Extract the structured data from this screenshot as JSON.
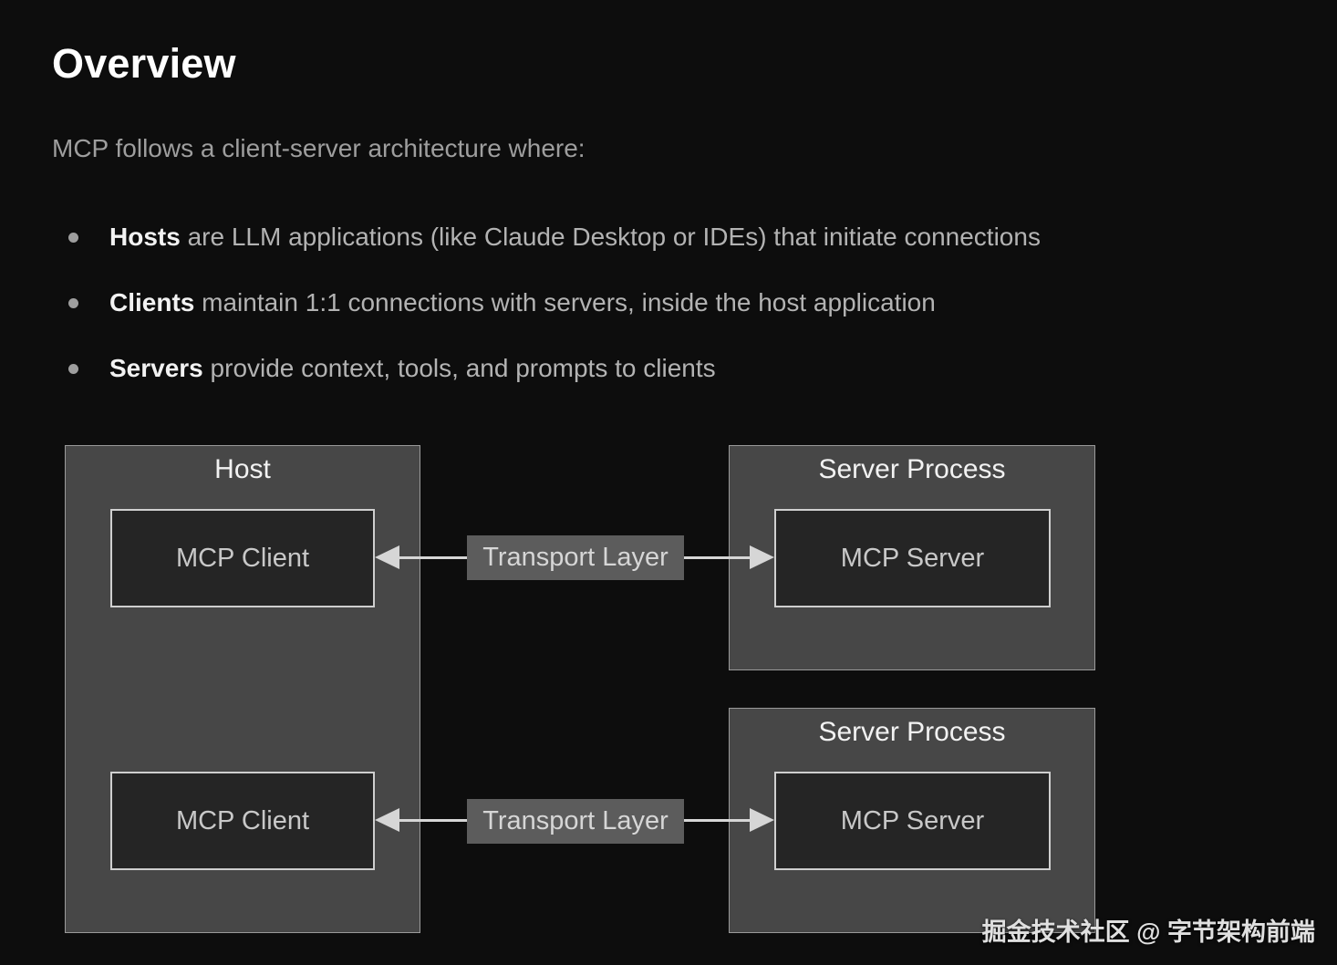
{
  "page": {
    "title": "Overview",
    "subtitle": "MCP follows a client-server architecture where:",
    "bullets": [
      {
        "term": "Hosts",
        "rest": " are LLM applications (like Claude Desktop or IDEs) that initiate connections"
      },
      {
        "term": "Clients",
        "rest": " maintain 1:1 connections with servers, inside the host application"
      },
      {
        "term": "Servers",
        "rest": " provide context, tools, and prompts to clients"
      }
    ]
  },
  "diagram": {
    "host": {
      "title": "Host",
      "clients": [
        "MCP Client",
        "MCP Client"
      ]
    },
    "server_processes": [
      {
        "title": "Server Process",
        "server": "MCP Server"
      },
      {
        "title": "Server Process",
        "server": "MCP Server"
      }
    ],
    "transport_labels": [
      "Transport Layer",
      "Transport Layer"
    ],
    "connections": [
      {
        "from": "MCP Client",
        "to": "MCP Server",
        "via": "Transport Layer",
        "direction": "bidirectional"
      },
      {
        "from": "MCP Client",
        "to": "MCP Server",
        "via": "Transport Layer",
        "direction": "bidirectional"
      }
    ]
  },
  "watermark": "掘金技术社区 @ 字节架构前端",
  "colors": {
    "background": "#0d0d0d",
    "outer_box_fill": "#474747",
    "outer_box_border": "#9a9a9a",
    "inner_box_fill": "#252525",
    "inner_box_border": "#cfcfcf",
    "transport_label_fill": "#5c5c5c",
    "arrow": "#d6d6d6",
    "title_text": "#ffffff",
    "subtitle_text": "#9e9e9e",
    "body_text": "#b3b3b3",
    "bold_term_text": "#f2f2f2",
    "box_text": "#c8c8c8",
    "watermark_text": "#e0e0e0"
  }
}
